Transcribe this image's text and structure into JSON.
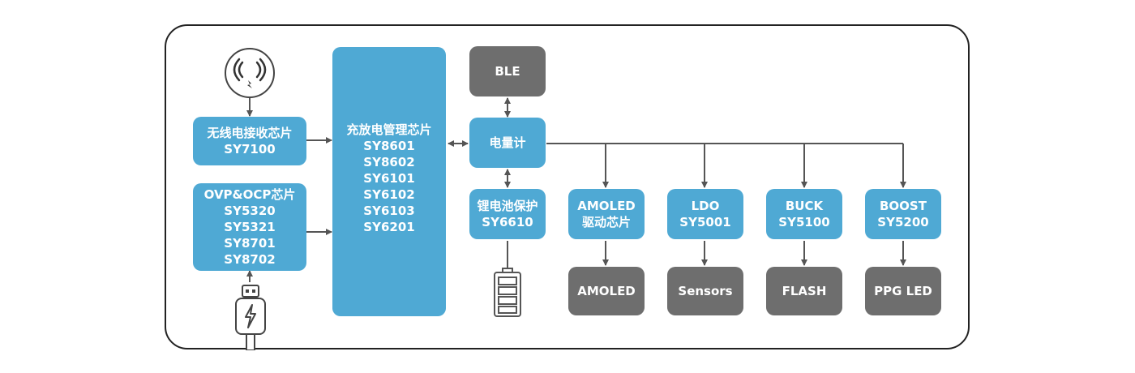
{
  "wireless_rx": {
    "line1": "无线电接收芯片",
    "line2": "SY7100"
  },
  "protection": {
    "lines": [
      "OVP&OCP芯片",
      "SY5320",
      "SY5321",
      "SY8701",
      "SY8702"
    ]
  },
  "charger": {
    "lines": [
      "充放电管理芯片",
      "SY8601",
      "SY8602",
      "SY6101",
      "SY6102",
      "SY6103",
      "SY6201"
    ]
  },
  "ble": {
    "label": "BLE"
  },
  "fuel_gauge": {
    "label": "电量计"
  },
  "battery_protect": {
    "line1": "锂电池保护",
    "line2": "SY6610"
  },
  "outputs": [
    {
      "top1": "AMOLED",
      "top2": "驱动芯片",
      "bottom": "AMOLED"
    },
    {
      "top1": "LDO",
      "top2": "SY5001",
      "bottom": "Sensors"
    },
    {
      "top1": "BUCK",
      "top2": "SY5100",
      "bottom": "FLASH"
    },
    {
      "top1": "BOOST",
      "top2": "SY5200",
      "bottom": "PPG LED"
    }
  ],
  "icons": {
    "wireless": "wireless-charging-pad-icon",
    "usb": "usb-cable-icon",
    "battery": "battery-icon"
  },
  "colors": {
    "block": "#4fa9d4",
    "load": "#6e6e6e",
    "line": "#555555",
    "frame": "#222222"
  }
}
